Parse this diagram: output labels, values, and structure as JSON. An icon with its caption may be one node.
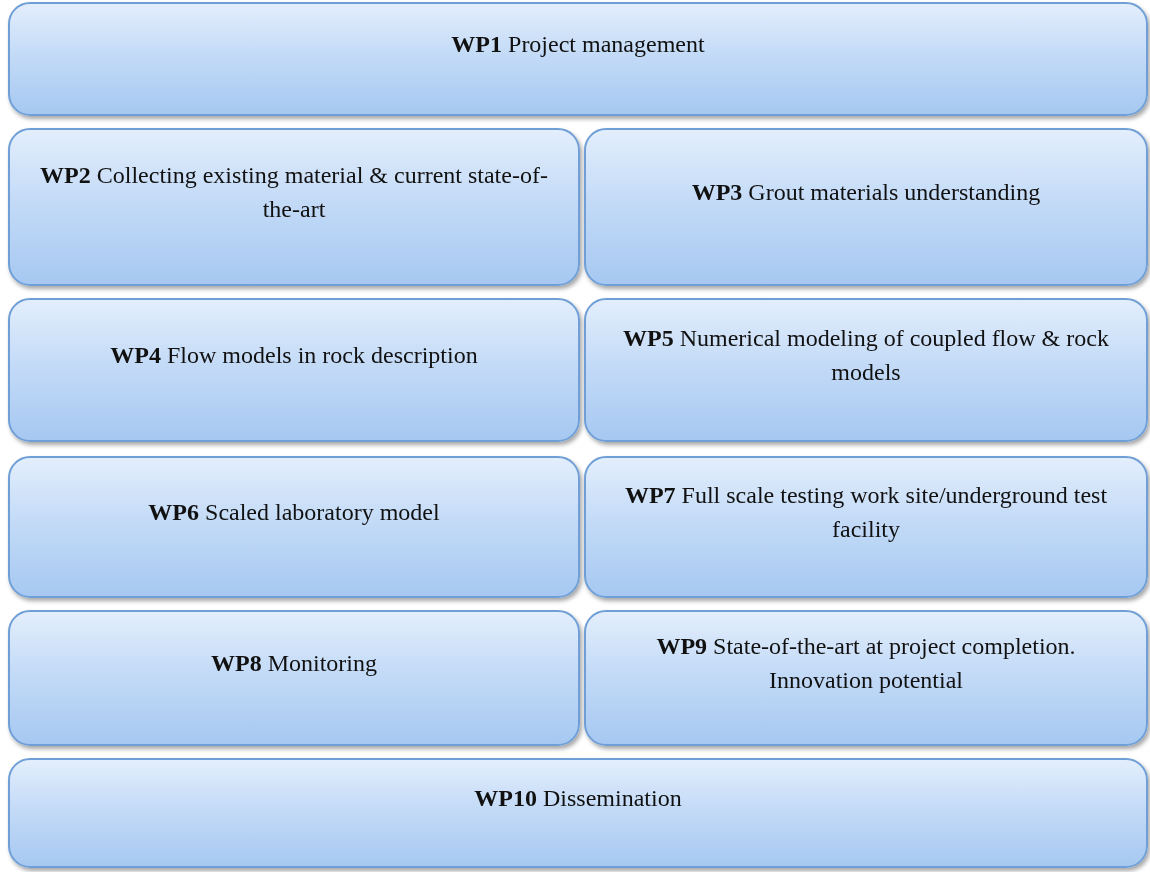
{
  "diagram": {
    "nodes": [
      {
        "text": [
          "**WP1** Project management"
        ]
      },
      {
        "text": [
          "**WP2** Collecting existing material & current state-of-the-art"
        ]
      },
      {
        "text": [
          "**WP3** Grout materials understanding"
        ]
      },
      {
        "text": [
          "**WP4** Flow models in rock description"
        ]
      },
      {
        "text": [
          "**WP5** Numerical modeling of coupled flow & rock models"
        ]
      },
      {
        "text": [
          "**WP6** Scaled laboratory model"
        ]
      },
      {
        "text": [
          "**WP7** Full scale testing work site/underground test facility"
        ]
      },
      {
        "text": [
          "**WP8** Monitoring"
        ]
      },
      {
        "text": [
          "**WP9** State-of-the-art at project completion. Innovation potential"
        ]
      },
      {
        "text": [
          "**WP10** Dissemination"
        ]
      }
    ]
  }
}
